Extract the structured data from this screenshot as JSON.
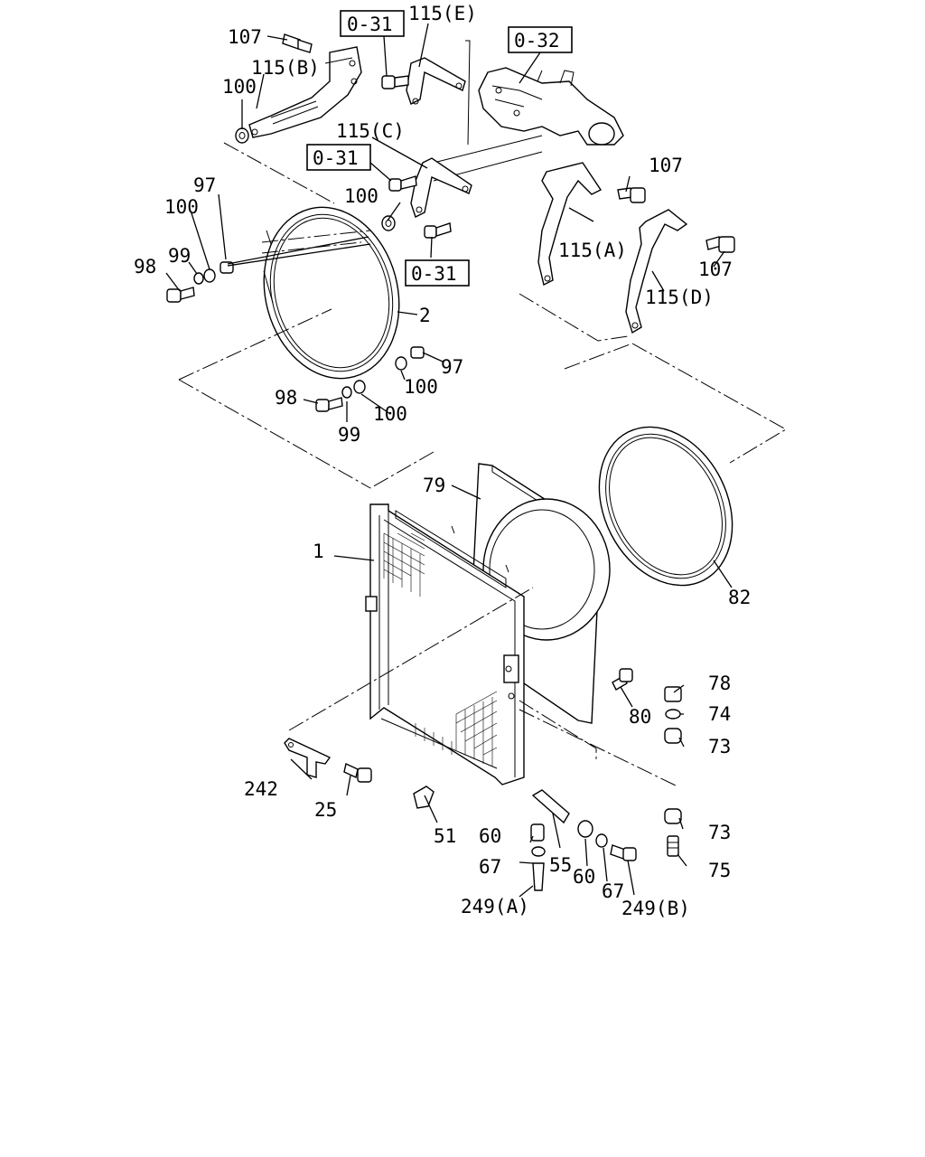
{
  "refs": {
    "r1": "0-31",
    "r2": "0-32",
    "r3": "0-31",
    "r4": "0-31"
  },
  "labels": {
    "p107a": "107",
    "p115e": "115(E)",
    "p115b": "115(B)",
    "p100a": "100",
    "p115c": "115(C)",
    "p107b": "107",
    "p97a": "97",
    "p100b": "100",
    "p100c": "100",
    "p99a": "99",
    "p98a": "98",
    "p115a": "115(A)",
    "p107c": "107",
    "p115d": "115(D)",
    "p2": "2",
    "p97b": "97",
    "p100d": "100",
    "p98b": "98",
    "p100e": "100",
    "p99b": "99",
    "p79": "79",
    "p1": "1",
    "p82": "82",
    "p78": "78",
    "p80": "80",
    "p74": "74",
    "p73a": "73",
    "p242": "242",
    "p25": "25",
    "p51": "51",
    "p60a": "60",
    "p55": "55",
    "p73b": "73",
    "p67a": "67",
    "p60b": "60",
    "p75": "75",
    "p67b": "67",
    "p249a": "249(A)",
    "p249b": "249(B)"
  }
}
